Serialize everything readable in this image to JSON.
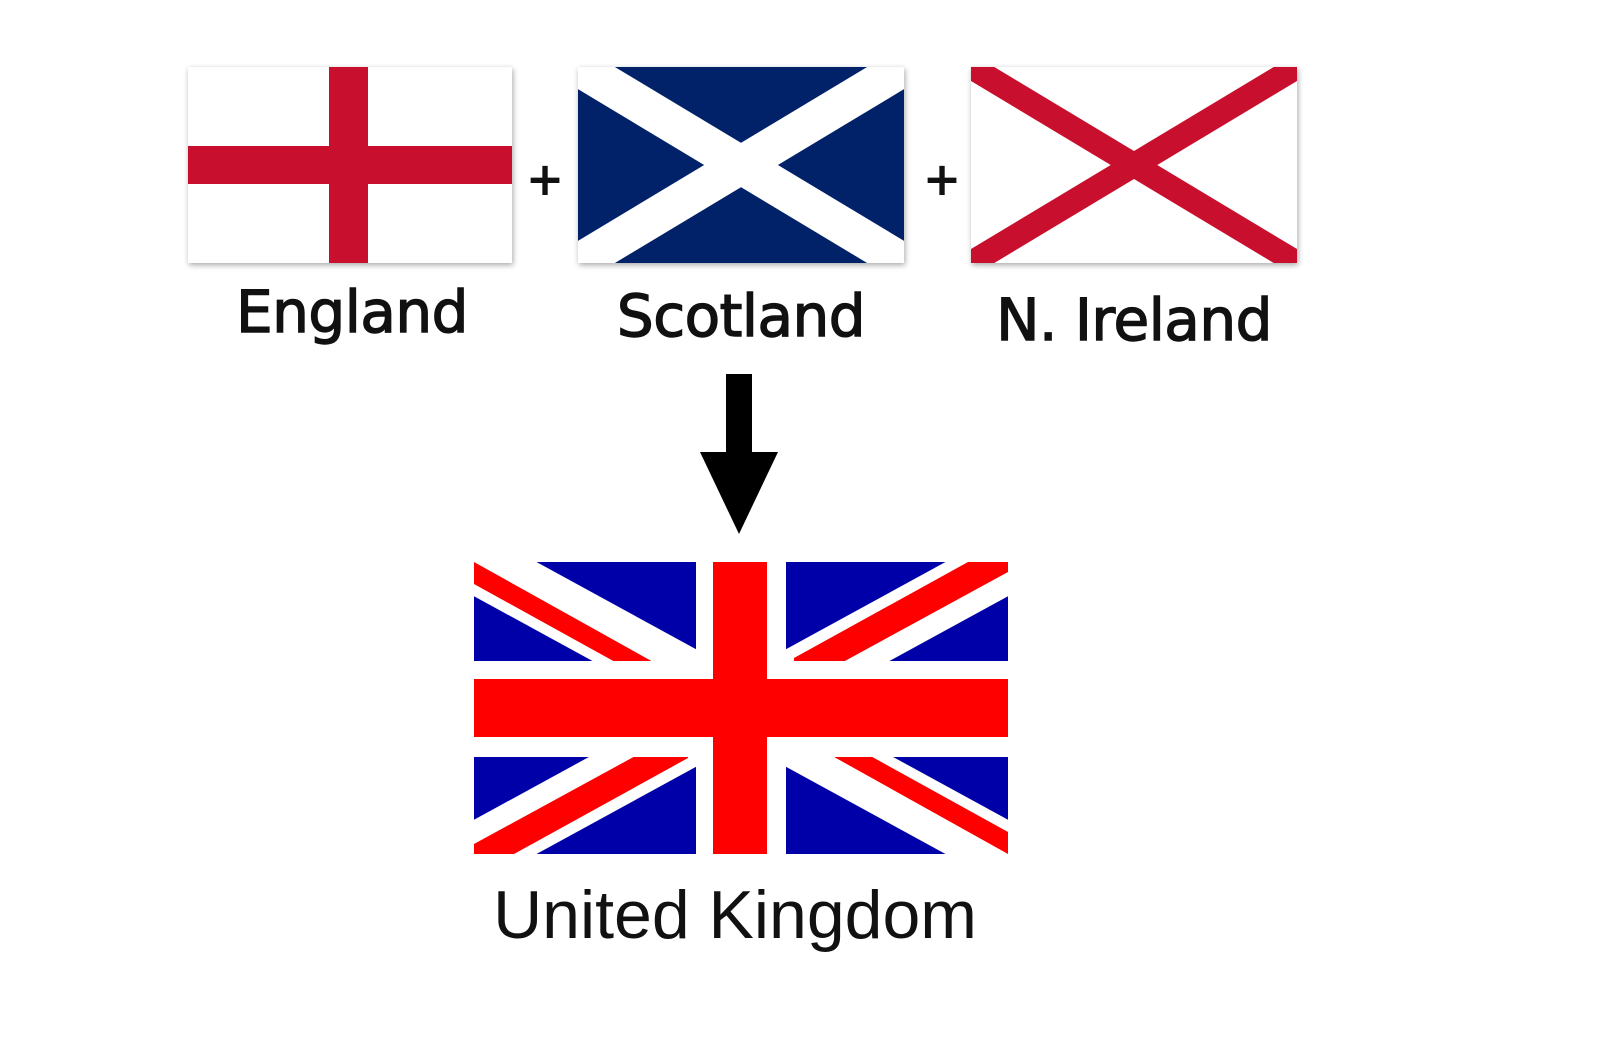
{
  "flags": [
    {
      "name": "England",
      "label": "England",
      "colors": {
        "field": "#ffffff",
        "cross": "#c8102e"
      }
    },
    {
      "name": "Scotland",
      "label": "Scotland",
      "colors": {
        "field": "#012169",
        "saltire": "#ffffff"
      }
    },
    {
      "name": "N. Ireland",
      "label": "N. Ireland",
      "colors": {
        "field": "#ffffff",
        "saltire": "#c8102e"
      }
    }
  ],
  "operators": [
    "+",
    "+"
  ],
  "result": {
    "label": "United Kingdom",
    "colors": {
      "blue": "#0000a8",
      "red": "#ff0000",
      "white": "#ffffff"
    }
  },
  "arrow": {
    "direction": "down",
    "color": "#000000"
  }
}
